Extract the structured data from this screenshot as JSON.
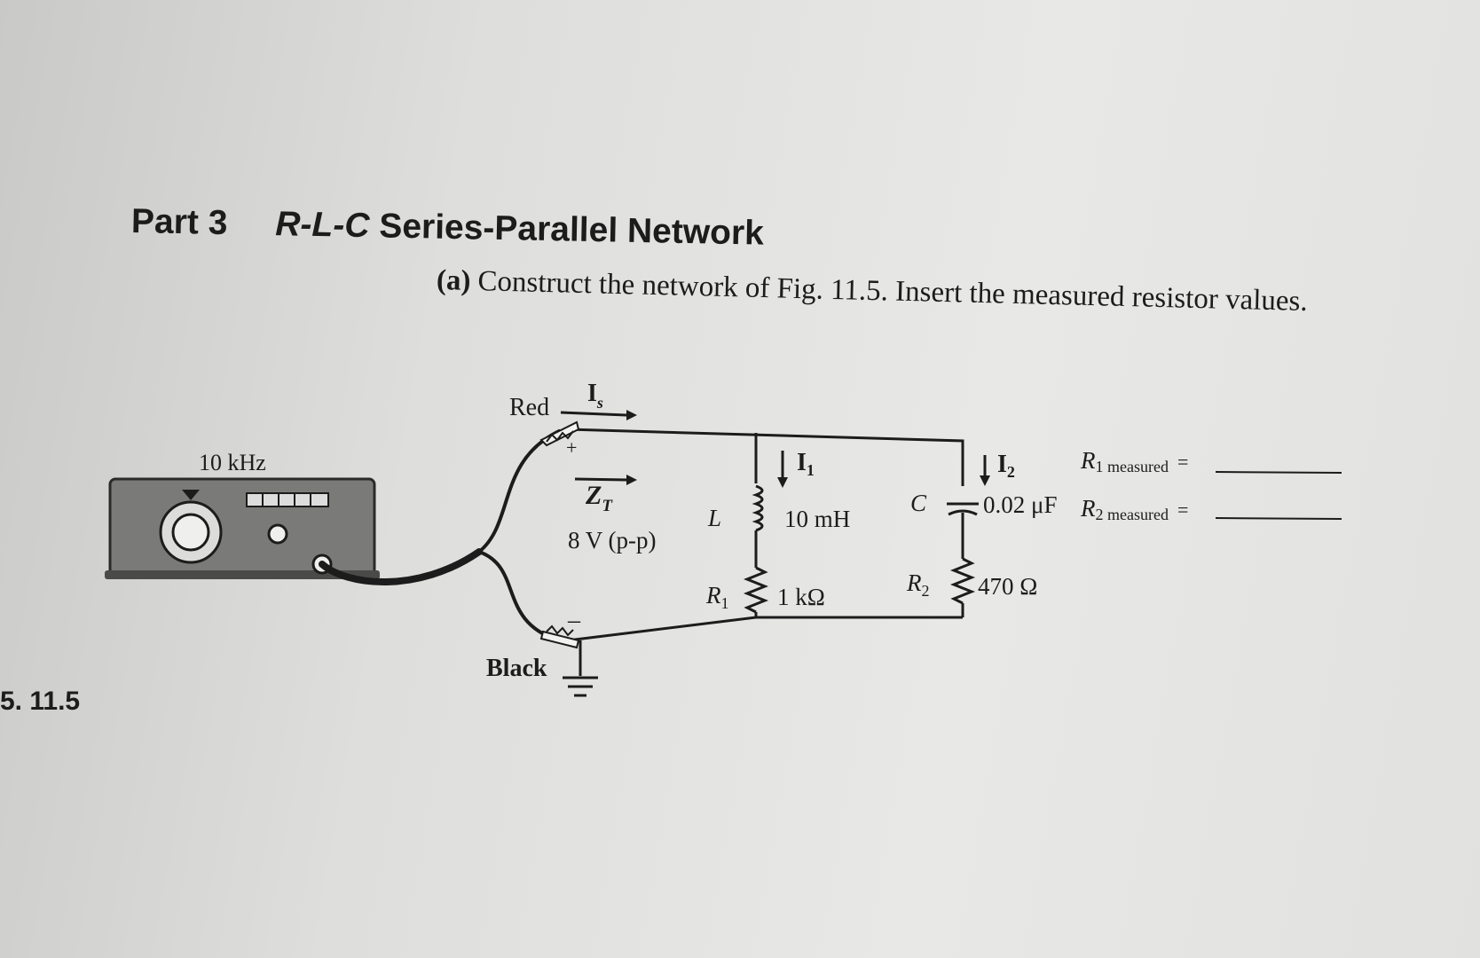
{
  "part": {
    "number": "Part 3",
    "title_prefix": "R-L-C",
    "title_rest": " Series-Parallel Network"
  },
  "instruction": {
    "marker": "(a)",
    "text": "Construct the network of Fig. 11.5. Insert the measured resistor values."
  },
  "figure": {
    "label": "5. 11.5",
    "generator": {
      "frequency": "10 kHz"
    },
    "leads": {
      "red": "Red",
      "black": "Black"
    },
    "source": {
      "current": "I",
      "current_sub": "s",
      "impedance": "Z",
      "impedance_sub": "T",
      "voltage": "8 V (p-p)"
    },
    "inductor": {
      "symbol": "L",
      "value": "10 mH",
      "current": "I",
      "current_sub": "1"
    },
    "resistor1": {
      "symbol": "R",
      "sub": "1",
      "value": "1 kΩ"
    },
    "capacitor": {
      "symbol": "C",
      "value": "0.02 μF",
      "current": "I",
      "current_sub": "2"
    },
    "resistor2": {
      "symbol": "R",
      "sub": "2",
      "value": "470 Ω"
    },
    "measured": [
      {
        "symbol": "R",
        "sub": "1 measured",
        "eq": "="
      },
      {
        "symbol": "R",
        "sub": "2 measured",
        "eq": "="
      }
    ]
  },
  "colors": {
    "ink": "#1c1c1c",
    "paper": "#e2e2e0"
  }
}
